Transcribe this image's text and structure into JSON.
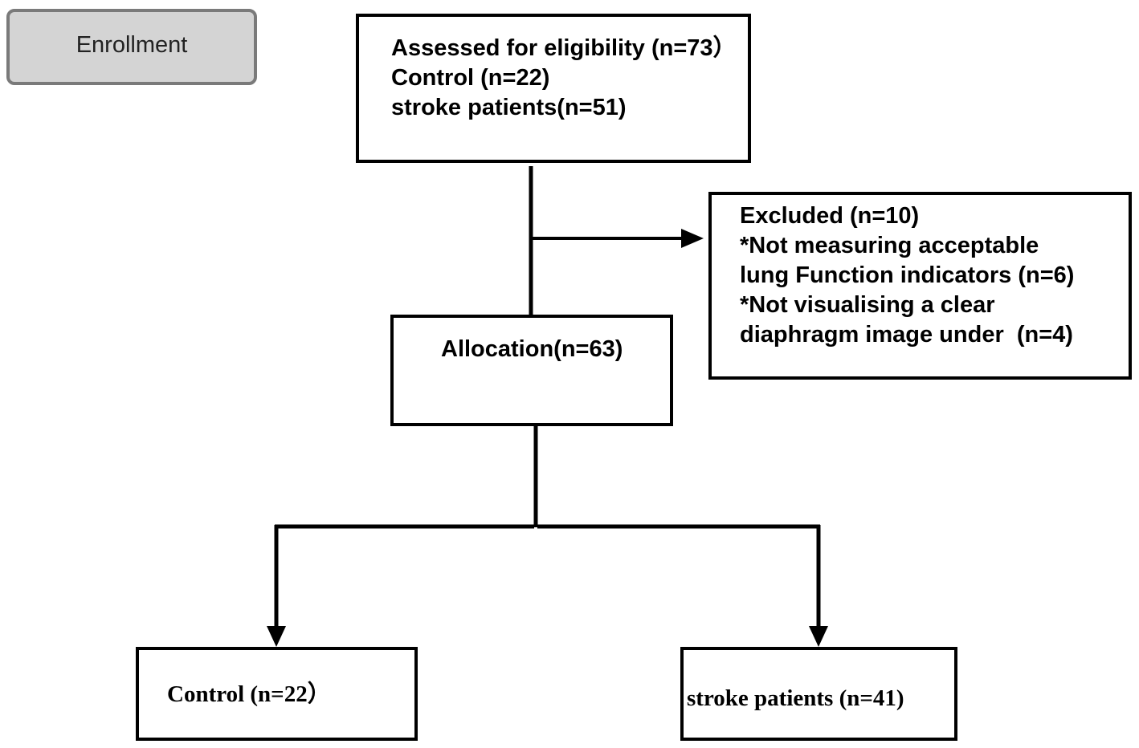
{
  "enrollment": {
    "label": "Enrollment"
  },
  "assessed": {
    "lines": [
      "Assessed for eligibility (n=73）",
      "Control (n=22)",
      "stroke patients(n=51)"
    ]
  },
  "excluded": {
    "lines": [
      "Excluded (n=10)",
      "*Not measuring acceptable",
      "lung Function indicators (n=6)",
      "*Not visualising a clear",
      "diaphragm image under  (n=4)"
    ]
  },
  "allocation": {
    "label": "Allocation(n=63)"
  },
  "control": {
    "label": "Control (n=22）"
  },
  "stroke": {
    "label": "stroke patients (n=41)"
  }
}
